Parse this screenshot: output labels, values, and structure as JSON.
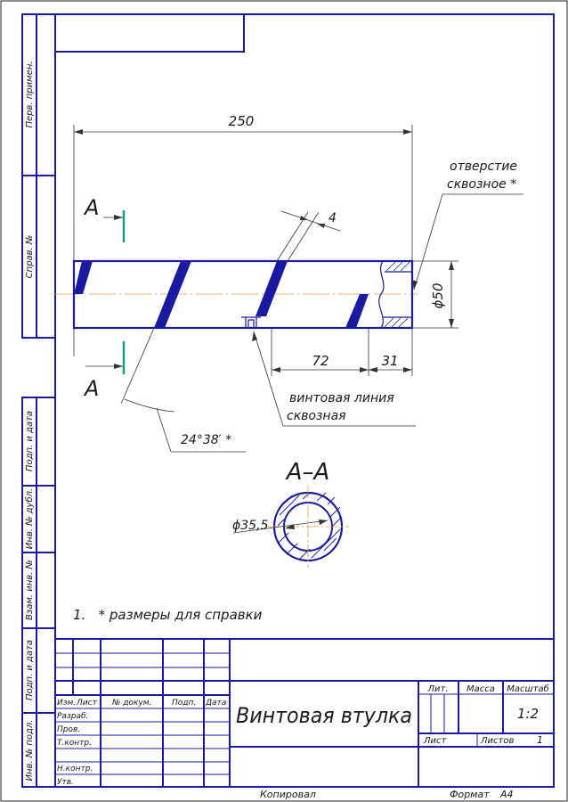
{
  "drawing": {
    "dimensions": {
      "length": "250",
      "groove_width": "4",
      "diameter": "ϕ50",
      "pitch": "72",
      "end_offset": "31",
      "angle": "24°38′ *",
      "section_diameter": "ϕ35,5"
    },
    "callouts": {
      "hole_line1": "отверстие",
      "hole_line2": "сквозное *",
      "helix_line1": "винтовая линия",
      "helix_line2": "сквозная"
    },
    "section_marks": {
      "top": "А",
      "bottom": "А"
    },
    "section_title": "А–А",
    "note": "1.   * размеры для справки"
  },
  "side_labels": [
    "Перв. примен.",
    "Справ. №",
    "Подп. и дата",
    "Инв. № дубл.",
    "Взам. инв. №",
    "Подп. и дата",
    "Инв. № подл."
  ],
  "title_block": {
    "headers": {
      "izm": "Изм.",
      "list": "Лист",
      "doc": "№ докум.",
      "podp": "Подп.",
      "data": "Дата"
    },
    "roles": [
      "Разраб.",
      "Пров.",
      "Т.контр.",
      "",
      "Н.контр.",
      "Утв."
    ],
    "part_name": "Винтовая втулка",
    "lit": "Лит.",
    "mass": "Масса",
    "scale_label": "Масштаб",
    "scale_value": "1:2",
    "sheet": "Лист",
    "sheets": "Листов",
    "sheets_value": "1"
  },
  "footer": {
    "copied": "Копировал",
    "format": "Формат",
    "format_value": "А4"
  }
}
